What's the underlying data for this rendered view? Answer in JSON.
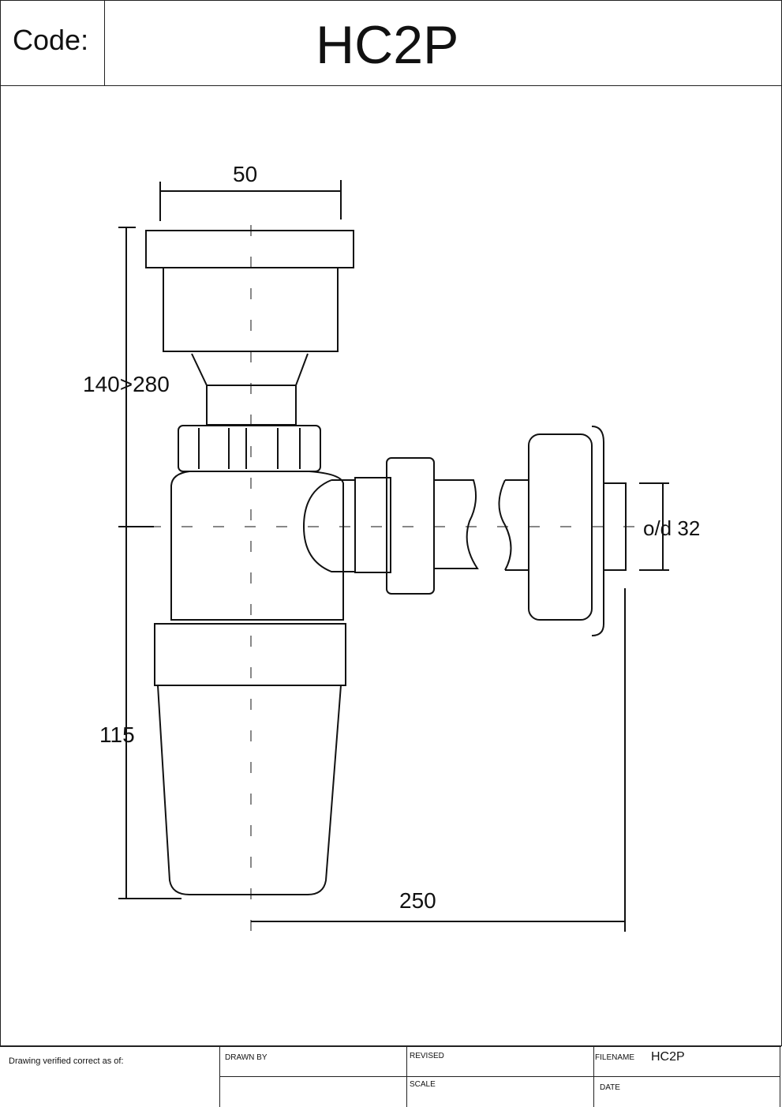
{
  "header": {
    "code_label": "Code:",
    "code_value": "HC2P"
  },
  "dimensions": {
    "top_width": "50",
    "height_range": "140>280",
    "lower_height": "115",
    "horizontal_length": "250",
    "outlet_diameter": "o/d 32"
  },
  "footer": {
    "verified_label": "Drawing verified correct as of:",
    "drawn_by_label": "DRAWN BY",
    "revised_label": "REVISED",
    "scale_label": "SCALE",
    "filename_label": "FILENAME",
    "filename_value": "HC2P",
    "date_label": "DATE"
  }
}
